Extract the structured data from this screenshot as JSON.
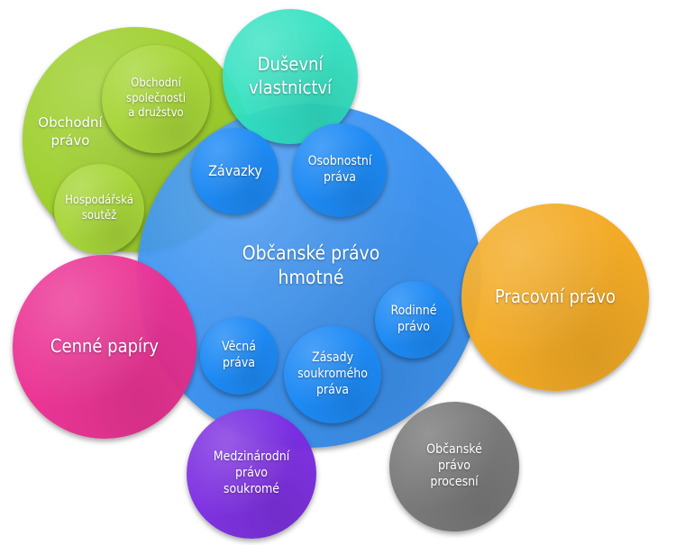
{
  "colors": {
    "business_law": "#9ecf2e",
    "civil_law": "#2f8cf0",
    "ip_law": "#2fe0c0",
    "labour_law": "#f2a81d",
    "securities": "#ea2e92",
    "private_intl": "#7b2be0",
    "procedural": "#7a7a7a",
    "sub_blue": "#1d8af5",
    "sub_green": "#a8d63a"
  },
  "nodes": {
    "obchodni_pravo": "Obchodní\nprávo",
    "obchodni_spolecnosti": "Obchodní\nspolečnosti\na družstvo",
    "hospodarska_soutez": "Hospodářská\nsoutěž",
    "dusevni_vlastnictvi": "Duševní\nvlastnictví",
    "zavazky": "Závazky",
    "osobnostni_prava": "Osobnostní\npráva",
    "obcanske_pravo_hmotne": "Občanské právo\nhmotné",
    "pracovni_pravo": "Pracovní právo",
    "cenne_papiry": "Cenné papíry",
    "vecna_prava": "Věcná\npráva",
    "zasady": "Zásady\nsoukromého\npráva",
    "rodinne_pravo": "Rodinné\nprávo",
    "mezinarodni_pravo": "Medzinárodní\nprávo\nsoukromé",
    "obcanske_pravo_procesni": "Občanské\nprávo\nprocesní"
  }
}
